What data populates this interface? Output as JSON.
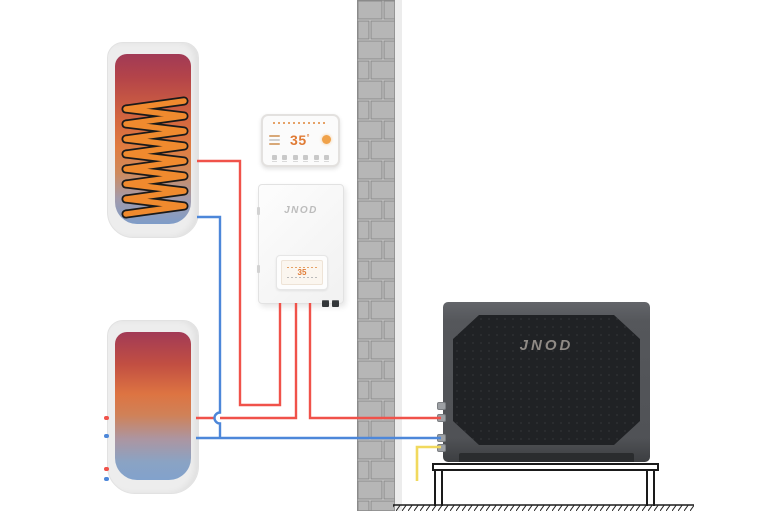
{
  "scene": {
    "background": "#ffffff",
    "description": "Heat pump hydronic system installation diagram"
  },
  "thermostat": {
    "temperature": "35",
    "unit_mark": "°",
    "accent_color": "#e07b35"
  },
  "indoor_unit": {
    "brand": "JNOD",
    "screen_value": "35"
  },
  "outdoor_unit": {
    "brand": "JNOD"
  },
  "pipes": {
    "hot_color": "#f0524a",
    "cold_color": "#4d87d9",
    "cable_color": "#f1d95e"
  },
  "wall": {
    "brick_fill": "#b6b6b6",
    "mortar": "#cdcdcd",
    "edge": "#8a8a8a"
  },
  "tanks": {
    "coil_color": "#f08a2e",
    "coil_outline": "#1a1a1a",
    "hot_top": "#a13a56",
    "hot_mid": "#e07c40",
    "cold_bottom": "#7e9cc8",
    "shell": "#ededed"
  },
  "stand": {
    "line_color": "#1a1a1a"
  }
}
